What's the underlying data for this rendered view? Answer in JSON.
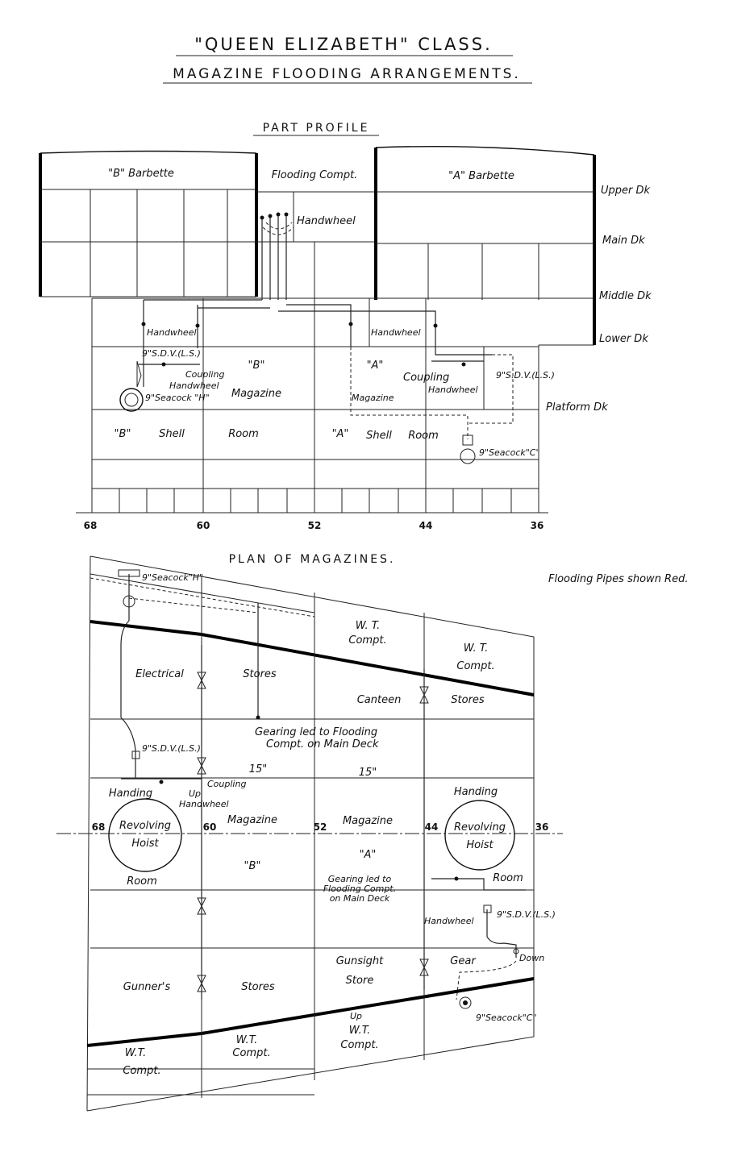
{
  "header": {
    "title": "\"QUEEN ELIZABETH\" CLASS.",
    "subtitle": "MAGAZINE FLOODING ARRANGEMENTS."
  },
  "profile": {
    "heading": "PART PROFILE",
    "b_barbette": "\"B\" Barbette",
    "a_barbette": "\"A\" Barbette",
    "flooding_compt": "Flooding Compt.",
    "handwheel": "Handwheel",
    "upper_deck": "Upper Dk",
    "main_deck": "Main Dk",
    "middle_deck": "Middle Dk",
    "lower_deck": "Lower Dk",
    "platform_deck": "Platform Dk",
    "b_handwheel": "Handwheel",
    "a_handwheel": "Handwheel",
    "b_sdv": "9\"S.D.V.(L.S.)",
    "b_coupling": "Coupling",
    "b_coupling_handwheel": "Handwheel",
    "b_seacock": "9\"Seacock \"H\"",
    "b_magazine_letter": "\"B\"",
    "b_magazine": "Magazine",
    "a_magazine_letter": "\"A\"",
    "a_magazine": "Magazine",
    "a_coupling": "Coupling",
    "a_coupling_handwheel": "Handwheel",
    "a_sdv": "9\"S.D.V.(L.S.)",
    "b_shell_room": [
      "\"B\"",
      "Shell",
      "Room"
    ],
    "a_shell_room": [
      "\"A\"",
      "Shell",
      "Room"
    ],
    "a_seacock": "9\"Seacock\"C\"",
    "frames": [
      "68",
      "60",
      "52",
      "44",
      "36"
    ]
  },
  "plan": {
    "heading": "PLAN OF MAGAZINES.",
    "note": "Flooding Pipes shown Red.",
    "seacock_h": "9\"Seacock\"H\"",
    "wt_compt_top_1": [
      "W. T.",
      "Compt."
    ],
    "wt_compt_top_2": [
      "W. T.",
      "Compt."
    ],
    "electrical_stores": [
      "Electrical",
      "Stores"
    ],
    "canteen_stores": [
      "Canteen",
      "Stores"
    ],
    "gearing_b": [
      "Gearing led to Flooding",
      "Compt. on Main Deck"
    ],
    "sdv_b": "9\"S.D.V.(L.S.)",
    "coupling_b": "Coupling",
    "up_b": "Up",
    "handwheel_b": "Handwheel",
    "fifteen_b": "15\"",
    "fifteen_a": "15\"",
    "handing_b": "Handing",
    "handing_a": "Handing",
    "revolving_hoist_b": [
      "Revolving",
      "Hoist"
    ],
    "revolving_hoist_a": [
      "Revolving",
      "Hoist"
    ],
    "magazine_b": "Magazine",
    "magazine_a": "Magazine",
    "letter_b": "\"B\"",
    "letter_a": "\"A\"",
    "room_b": "Room",
    "room_a": "Room",
    "gearing_a": [
      "Gearing led to",
      "Flooding Compt.",
      "on Main Deck"
    ],
    "handwheel_a": "Handwheel",
    "sdv_a": "9\"S.D.V.(L.S.)",
    "gunsight_store": [
      "Gunsight",
      "Store"
    ],
    "gear": "Gear",
    "down": "Down",
    "seacock_c": "9\"Seacock\"C\"",
    "gunners_stores": [
      "Gunner's",
      "Stores"
    ],
    "up_a": "Up",
    "wt_compt_bottom_1": [
      "W.T.",
      "Compt."
    ],
    "wt_compt_bottom_2": [
      "W.T.",
      "Compt."
    ],
    "wt_compt_bottom_3": [
      "W.T.",
      "Compt."
    ],
    "frames": [
      "68",
      "60",
      "52",
      "44",
      "36"
    ]
  }
}
